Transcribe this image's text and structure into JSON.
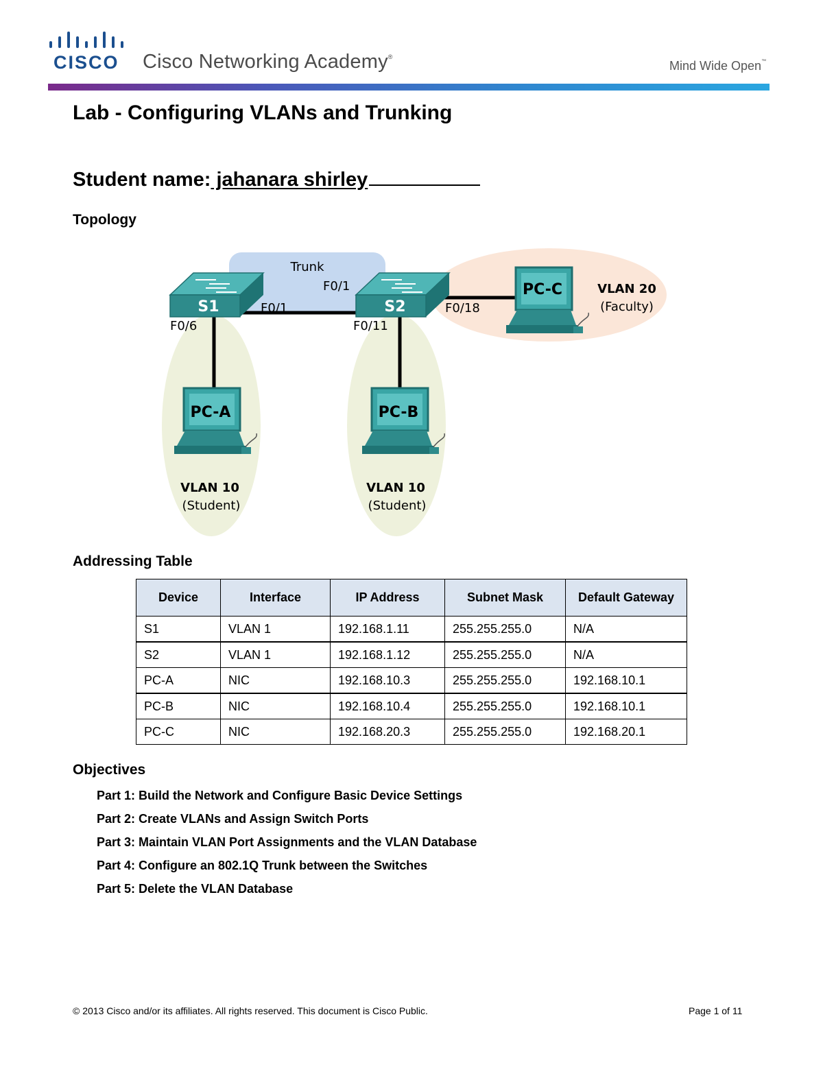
{
  "header": {
    "logo_word": "CISCO",
    "brand": "Cisco Networking Academy",
    "brand_mark": "®",
    "tagline": "Mind Wide Open",
    "tagline_mark": "™"
  },
  "title": "Lab - Configuring VLANs and Trunking",
  "student": {
    "label": "Student name:",
    "name": " jahanara shirley"
  },
  "sections": {
    "topology": "Topology",
    "addressing": "Addressing Table",
    "objectives": "Objectives"
  },
  "diagram": {
    "trunk": "Trunk",
    "s1": "S1",
    "s2": "S2",
    "s1_f01": "F0/1",
    "s2_f01": "F0/1",
    "s1_f06": "F0/6",
    "s2_f011": "F0/11",
    "s2_f018": "F0/18",
    "pc_a": "PC-A",
    "pc_b": "PC-B",
    "pc_c": "PC-C",
    "vlan_a": "VLAN 10",
    "vlan_a_sub": "(Student)",
    "vlan_b": "VLAN 10",
    "vlan_b_sub": "(Student)",
    "vlan_c": "VLAN 20",
    "vlan_c_sub": "(Faculty)",
    "colors": {
      "switch": "#2e8b8b",
      "pc": "#3aa6a6",
      "trunk_bg": "#c5d8f0",
      "vlan10_bg": "#eef1dc",
      "vlan20_bg": "#fbe6d8"
    }
  },
  "table": {
    "headers": [
      "Device",
      "Interface",
      "IP Address",
      "Subnet Mask",
      "Default Gateway"
    ],
    "rows": [
      [
        "S1",
        "VLAN 1",
        "192.168.1.11",
        "255.255.255.0",
        "N/A"
      ],
      [
        "S2",
        "VLAN 1",
        "192.168.1.12",
        "255.255.255.0",
        "N/A"
      ],
      [
        "PC-A",
        "NIC",
        "192.168.10.3",
        "255.255.255.0",
        "192.168.10.1"
      ],
      [
        "PC-B",
        "NIC",
        "192.168.10.4",
        "255.255.255.0",
        "192.168.10.1"
      ],
      [
        "PC-C",
        "NIC",
        "192.168.20.3",
        "255.255.255.0",
        "192.168.20.1"
      ]
    ]
  },
  "objectives": [
    "Part 1: Build the Network and Configure Basic Device Settings",
    "Part 2: Create VLANs and Assign Switch Ports",
    "Part 3: Maintain VLAN Port Assignments and the VLAN Database",
    "Part 4: Configure an 802.1Q Trunk between the Switches",
    "Part 5: Delete the VLAN Database"
  ],
  "footer": {
    "copyright": "© 2013 Cisco and/or its affiliates. All rights reserved. This document is Cisco Public.",
    "page": "Page 1 of 11"
  }
}
